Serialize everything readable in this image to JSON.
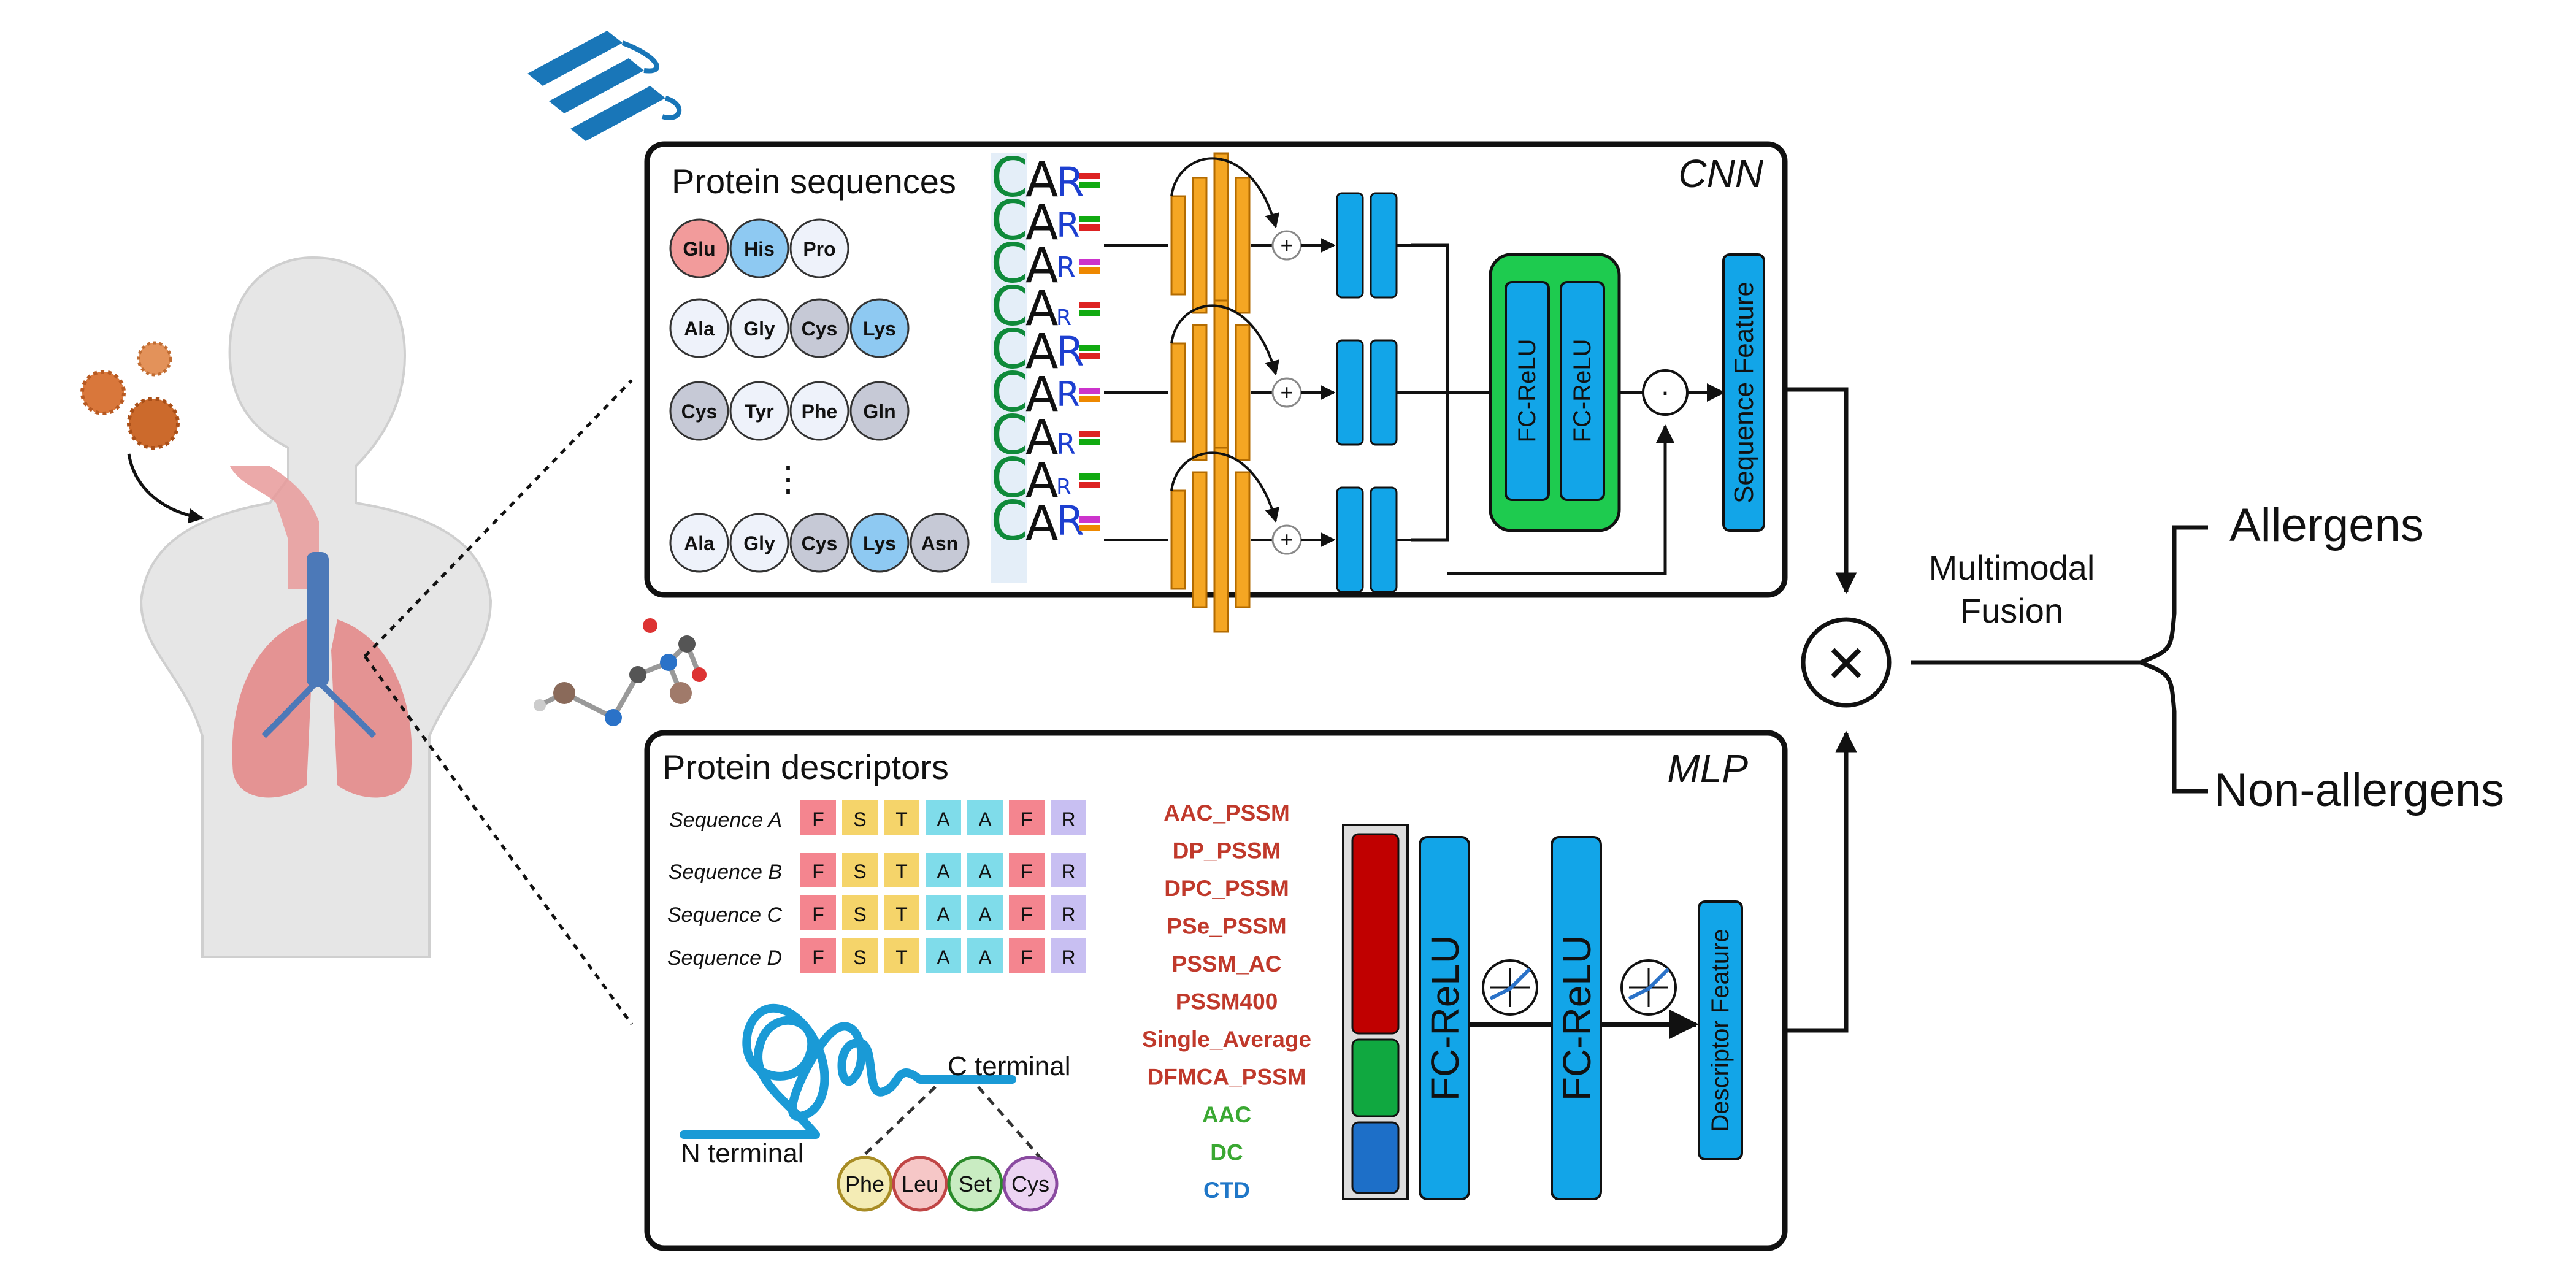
{
  "cnn_panel": {
    "title": "Protein sequences",
    "model_label": "CNN",
    "amino_rows": [
      [
        "Glu",
        "His",
        "Pro"
      ],
      [
        "Ala",
        "Gly",
        "Cys",
        "Lys"
      ],
      [
        "Cys",
        "Tyr",
        "Phe",
        "Gln"
      ],
      [
        "Ala",
        "Gly",
        "Cys",
        "Lys",
        "Asn"
      ]
    ],
    "ellipsis": "⋮",
    "logo_letters": [
      "C",
      "A",
      "R"
    ],
    "fc_labels": [
      "FC-ReLU",
      "FC-ReLU"
    ],
    "plus_symbol": "+",
    "dot_symbol": "·",
    "feature_label": "Sequence Feature"
  },
  "mlp_panel": {
    "title": "Protein descriptors",
    "model_label": "MLP",
    "sequences": [
      {
        "name": "Sequence A",
        "residues": [
          "F",
          "S",
          "T",
          "A",
          "A",
          "F",
          "R"
        ]
      },
      {
        "name": "Sequence B",
        "residues": [
          "F",
          "S",
          "T",
          "A",
          "A",
          "F",
          "R"
        ]
      },
      {
        "name": "Sequence C",
        "residues": [
          "F",
          "S",
          "T",
          "A",
          "A",
          "F",
          "R"
        ]
      },
      {
        "name": "Sequence D",
        "residues": [
          "F",
          "S",
          "T",
          "A",
          "A",
          "F",
          "R"
        ]
      }
    ],
    "descriptors_red": [
      "AAC_PSSM",
      "DP_PSSM",
      "DPC_PSSM",
      "PSe_PSSM",
      "PSSM_AC",
      "PSSM400",
      "Single_Average",
      "DFMCA_PSSM"
    ],
    "descriptors_green": [
      "AAC",
      "DC"
    ],
    "descriptors_blue": [
      "CTD"
    ],
    "n_terminal": "N terminal",
    "c_terminal": "C terminal",
    "terminal_residues": [
      "Phe",
      "Leu",
      "Set",
      "Cys"
    ],
    "fc_labels": [
      "FC-ReLU",
      "FC-ReLU"
    ],
    "feature_label": "Descriptor Feature"
  },
  "fusion": {
    "label_line1": "Multimodal",
    "label_line2": "Fusion",
    "symbol": "×"
  },
  "outputs": {
    "positive": "Allergens",
    "negative": "Non-allergens"
  },
  "colors": {
    "red_descriptor": "#c0392b",
    "green_descriptor": "#3aa832",
    "blue_descriptor": "#1f77c8",
    "layer_blue": "#12a5e8",
    "orange_conv": "#f5a623",
    "green_block": "#1ecb4f"
  }
}
